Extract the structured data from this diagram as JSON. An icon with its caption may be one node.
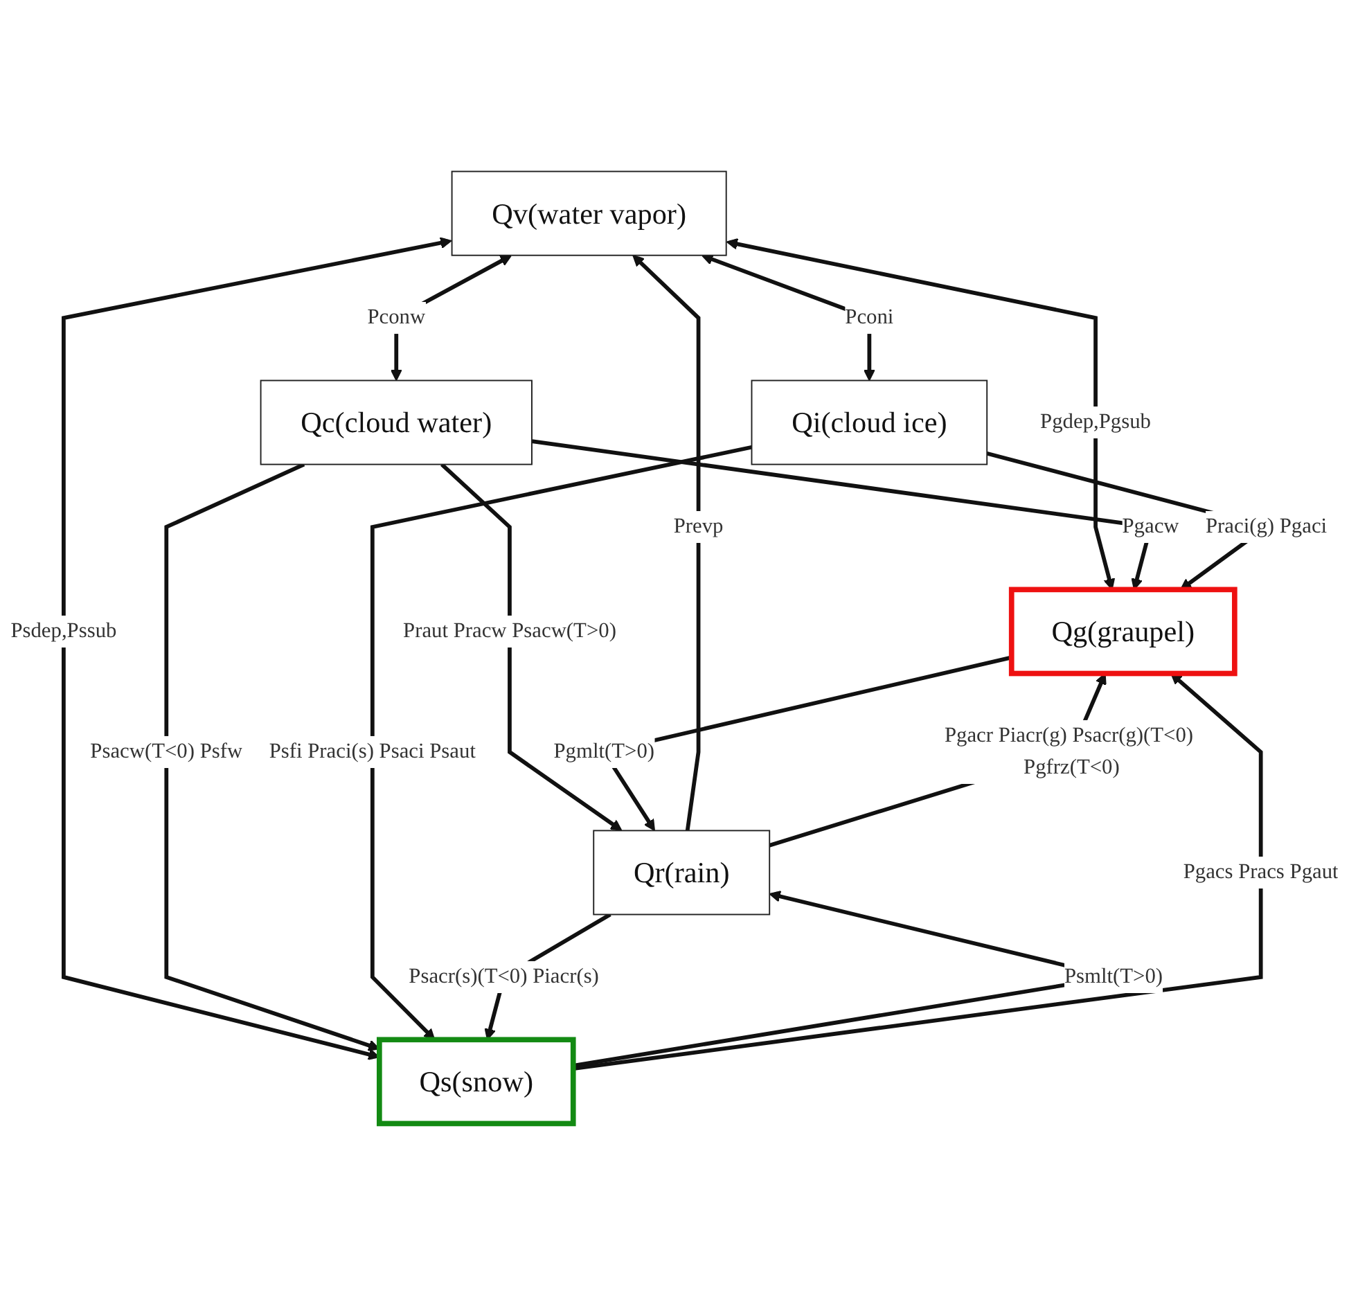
{
  "diagram": {
    "nodes": [
      {
        "text": [
          "Qv(water vapor)"
        ]
      },
      {
        "text": [
          "Qc(cloud water)"
        ]
      },
      {
        "text": [
          "Qi(cloud ice)"
        ]
      },
      {
        "text": [
          "Qr(rain)"
        ]
      },
      {
        "text": [
          "Qs(snow)"
        ]
      },
      {
        "text": [
          "Qg(graupel)"
        ]
      }
    ],
    "edges": [
      {
        "from": 0,
        "to": 5,
        "arrow": "both",
        "label": "Pgdep,Pgsub"
      },
      {
        "from": 3,
        "to": 0,
        "arrow": "to",
        "label": "Prevp"
      },
      {
        "from": 0,
        "to": 4,
        "arrow": "both",
        "label": "Psdep,Pssub"
      },
      {
        "from": 0,
        "to": 1,
        "arrow": "both",
        "label": "Pconw"
      },
      {
        "from": 0,
        "to": 2,
        "arrow": "both",
        "label": "Pconi"
      },
      {
        "from": 1,
        "to": 3,
        "arrow": "to",
        "label": "Praut Pracw Psacw(T>0)"
      },
      {
        "from": 1,
        "to": 4,
        "arrow": "to",
        "label": "Psacw(T<0) Psfw"
      },
      {
        "from": 2,
        "to": 4,
        "arrow": "to",
        "label": "Psfi Praci(s) Psaci Psaut"
      },
      {
        "from": 3,
        "to": 4,
        "arrow": "to",
        "label": "Psacr(s)(T<0) Piacr(s)"
      },
      {
        "from": 4,
        "to": 3,
        "arrow": "to",
        "label": "Psmlt(T>0)"
      },
      {
        "from": 3,
        "to": 5,
        "arrow": "to",
        "label": "Pgacr Piacr(g) Psacr(g)(T<0) Pgfrz(T<0)"
      },
      {
        "from": 5,
        "to": 3,
        "arrow": "to",
        "label": "Pgmlt(T>0)"
      },
      {
        "from": 4,
        "to": 5,
        "arrow": "to",
        "label": "Pgacs Pracs Pgaut"
      },
      {
        "from": 1,
        "to": 5,
        "arrow": "to",
        "label": "Pgacw"
      },
      {
        "from": 2,
        "to": 5,
        "arrow": "to",
        "label": "Praci(g) Pgaci"
      }
    ]
  }
}
